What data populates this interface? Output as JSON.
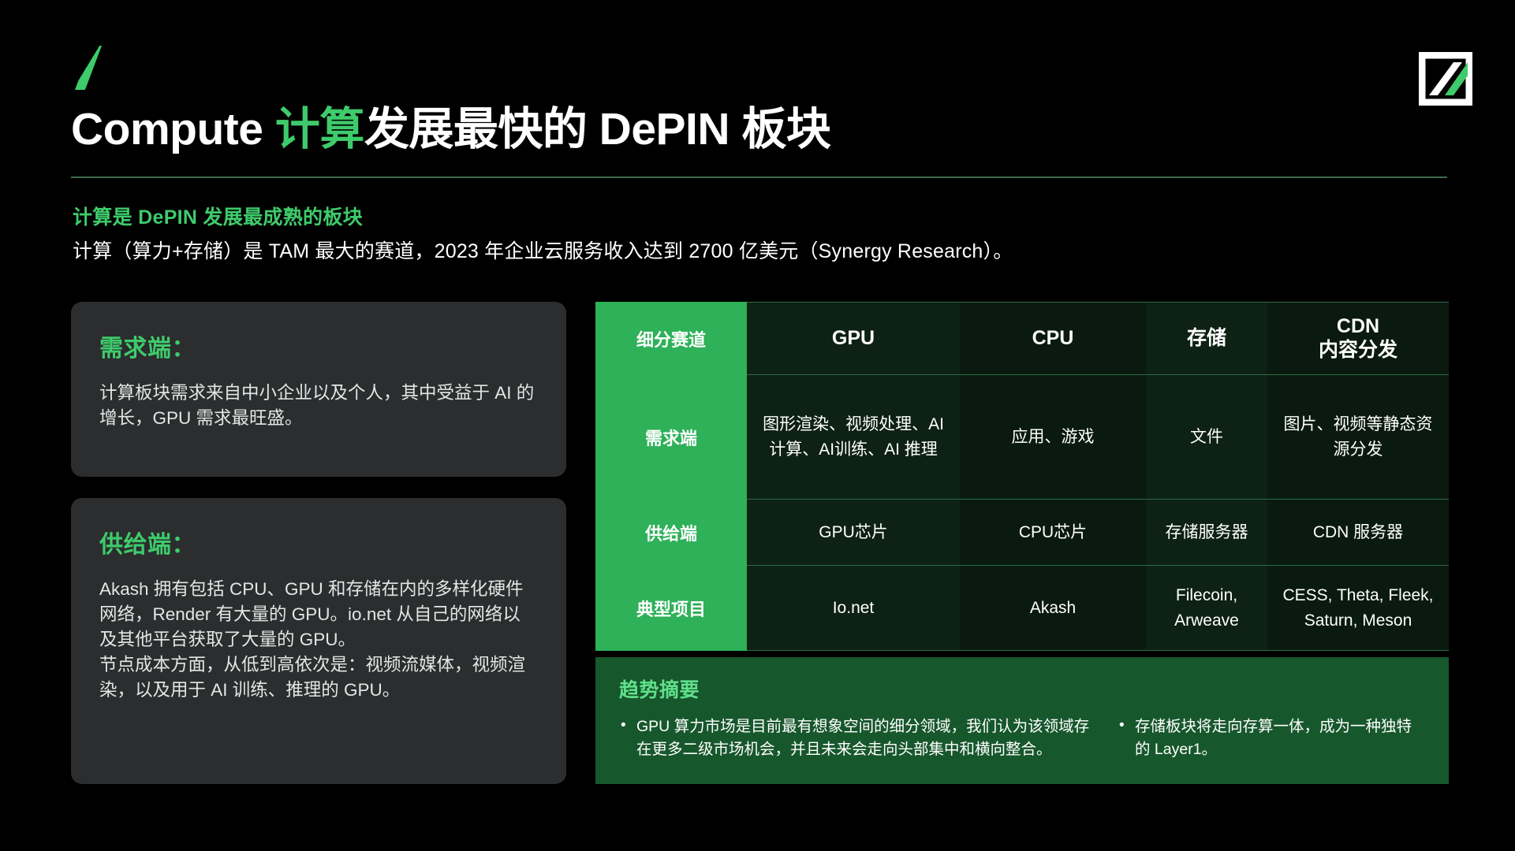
{
  "theme": {
    "background": "#000000",
    "accent_green": "#3ecb6b",
    "table_head_green": "#2eb158",
    "cell_dark_green": "#0d2114",
    "cell_dark_green_alt": "#0a1a10",
    "trend_box_green": "#17572c",
    "card_gray": "#2b2d2e"
  },
  "header": {
    "title_leading_en": "Compute",
    "title_green_cn": " 计算",
    "title_white_cn": "发展最快的 DePIN 板块",
    "logo_name": "brand-logo-icon",
    "subtitle_green": "计算是 DePIN 发展最成熟的板块",
    "subtitle_white": "计算（算力+存储）是 TAM 最大的赛道，2023 年企业云服务收入达到 2700 亿美元（Synergy Research）。"
  },
  "cards": [
    {
      "id": "demand",
      "title": "需求端：",
      "body": "计算板块需求来自中小企业以及个人，其中受益于 AI 的增长，GPU 需求最旺盛。"
    },
    {
      "id": "supply",
      "title": "供给端：",
      "body": "Akash 拥有包括 CPU、GPU 和存储在内的多样化硬件网络，Render 有大量的 GPU。io.net 从自己的网络以及其他平台获取了大量的 GPU。\n节点成本方面，从低到高依次是：视频流媒体，视频渲染，以及用于 AI 训练、推理的 GPU。"
    }
  ],
  "table": {
    "headers": [
      "细分赛道",
      "GPU",
      "CPU",
      "存储",
      "CDN\n内容分发"
    ],
    "rows": [
      {
        "label": "需求端",
        "cells": [
          "图形渲染、视频处理、AI 计算、AI训练、AI 推理",
          "应用、游戏",
          "文件",
          "图片、视频等静态资源分发"
        ]
      },
      {
        "label": "供给端",
        "cells": [
          "GPU芯片",
          "CPU芯片",
          "存储服务器",
          "CDN 服务器"
        ]
      },
      {
        "label": "典型项目",
        "cells": [
          "Io.net",
          "Akash",
          "Filecoin, Arweave",
          "CESS, Theta, Fleek, Saturn, Meson"
        ]
      }
    ]
  },
  "trend": {
    "title": "趋势摘要",
    "bullets_left": [
      "GPU 算力市场是目前最有想象空间的细分领域，我们认为该领域存在更多二级市场机会，并且未来会走向头部集中和横向整合。"
    ],
    "bullets_right": [
      "存储板块将走向存算一体，成为一种独特的 Layer1。"
    ]
  }
}
